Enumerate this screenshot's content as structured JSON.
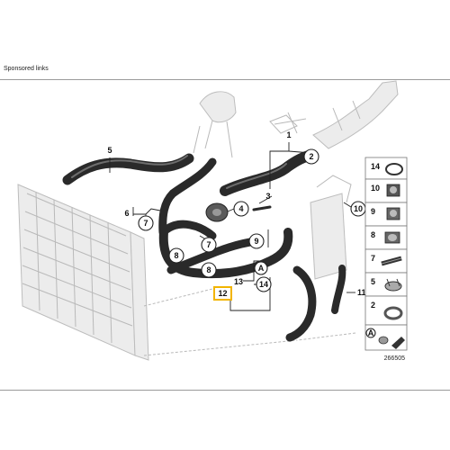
{
  "page": {
    "sponsored_label": "Sponsored links",
    "figure_number": "266505"
  },
  "callouts": {
    "c1": "1",
    "c2": "2",
    "c3": "3",
    "c4": "4",
    "c5": "5",
    "c6": "6",
    "c7a": "7",
    "c7b": "7",
    "c8a": "8",
    "c8b": "8",
    "c9": "9",
    "c10": "10",
    "c11": "11",
    "c12": "12",
    "c13": "13",
    "c14": "14",
    "cA": "A"
  },
  "parts_panel": [
    "14",
    "10",
    "9",
    "8",
    "7",
    "5",
    "2",
    "A"
  ],
  "colors": {
    "highlight": "#f2b400",
    "hose": "#2a2a2a"
  }
}
